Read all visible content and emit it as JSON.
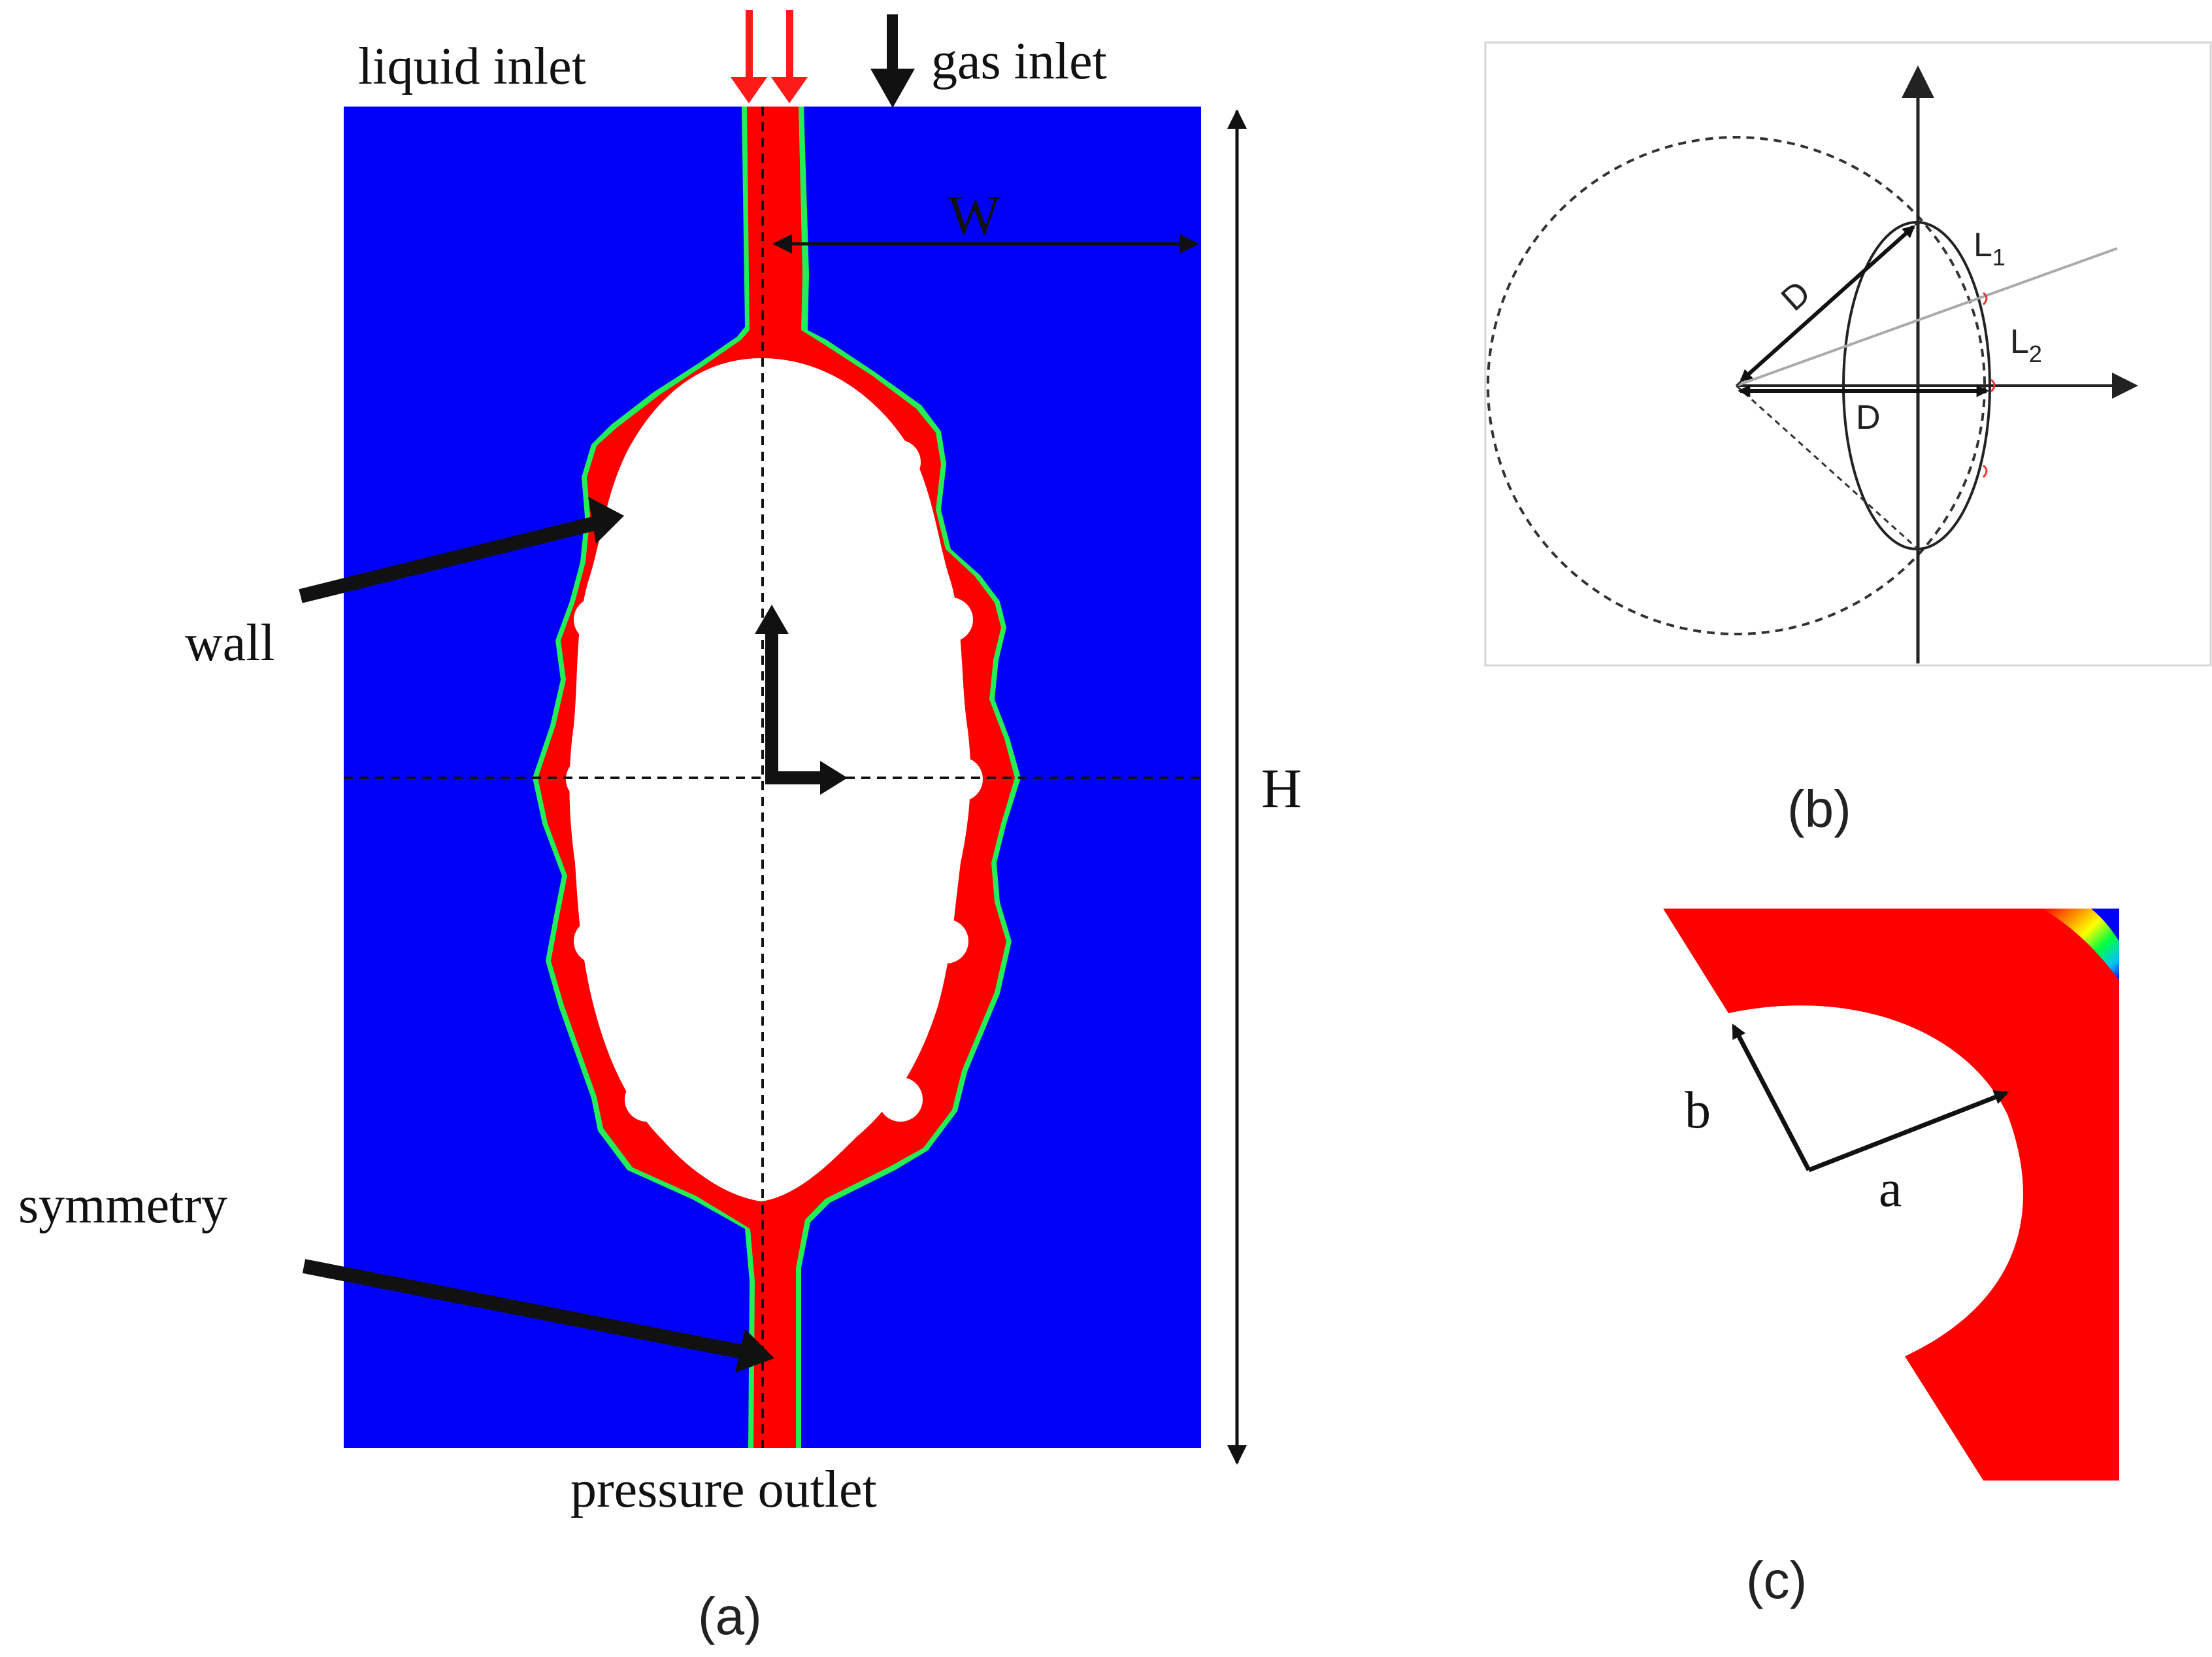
{
  "panel_a": {
    "labels": {
      "liquid_inlet": "liquid inlet",
      "gas_inlet": "gas inlet",
      "width": "W",
      "height": "H",
      "wall": "wall",
      "symmetry": "symmetry",
      "pressure_outlet": "pressure outlet"
    },
    "caption": "(a)"
  },
  "panel_b": {
    "labels": {
      "diameter_diag": "D",
      "diameter_horiz": "D",
      "l1_base": "L",
      "l1_sub": "1",
      "l2_base": "L",
      "l2_sub": "2"
    },
    "caption": "(b)"
  },
  "panel_c": {
    "labels": {
      "a": "a",
      "b": "b"
    },
    "caption": "(c)"
  },
  "colors": {
    "gas": "#0000fa",
    "liquid": "#ff0000",
    "bubble": "#ffffff",
    "inlet_arrow": "#ff1a1a",
    "ink": "#111111"
  }
}
